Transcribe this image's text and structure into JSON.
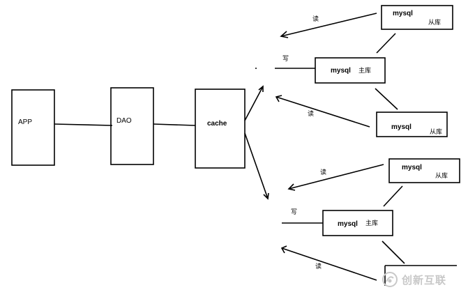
{
  "nodes": {
    "app": "APP",
    "dao": "DAO",
    "cache": "cache",
    "master1": {
      "db": "mysql",
      "role": "主库"
    },
    "slave1a": {
      "db": "mysql",
      "role": "从库"
    },
    "slave1b": {
      "db": "mysql",
      "role": "从库"
    },
    "master2": {
      "db": "mysql",
      "role": "主库"
    },
    "slave2a": {
      "db": "mysql",
      "role": "从库"
    },
    "slave2b": {
      "db": "",
      "role": ""
    }
  },
  "edges": {
    "read": "读",
    "write": "写"
  },
  "watermark": {
    "text": "创新互联",
    "logo": "chuangxin-logo-icon",
    "color": "#c8c8c8"
  }
}
